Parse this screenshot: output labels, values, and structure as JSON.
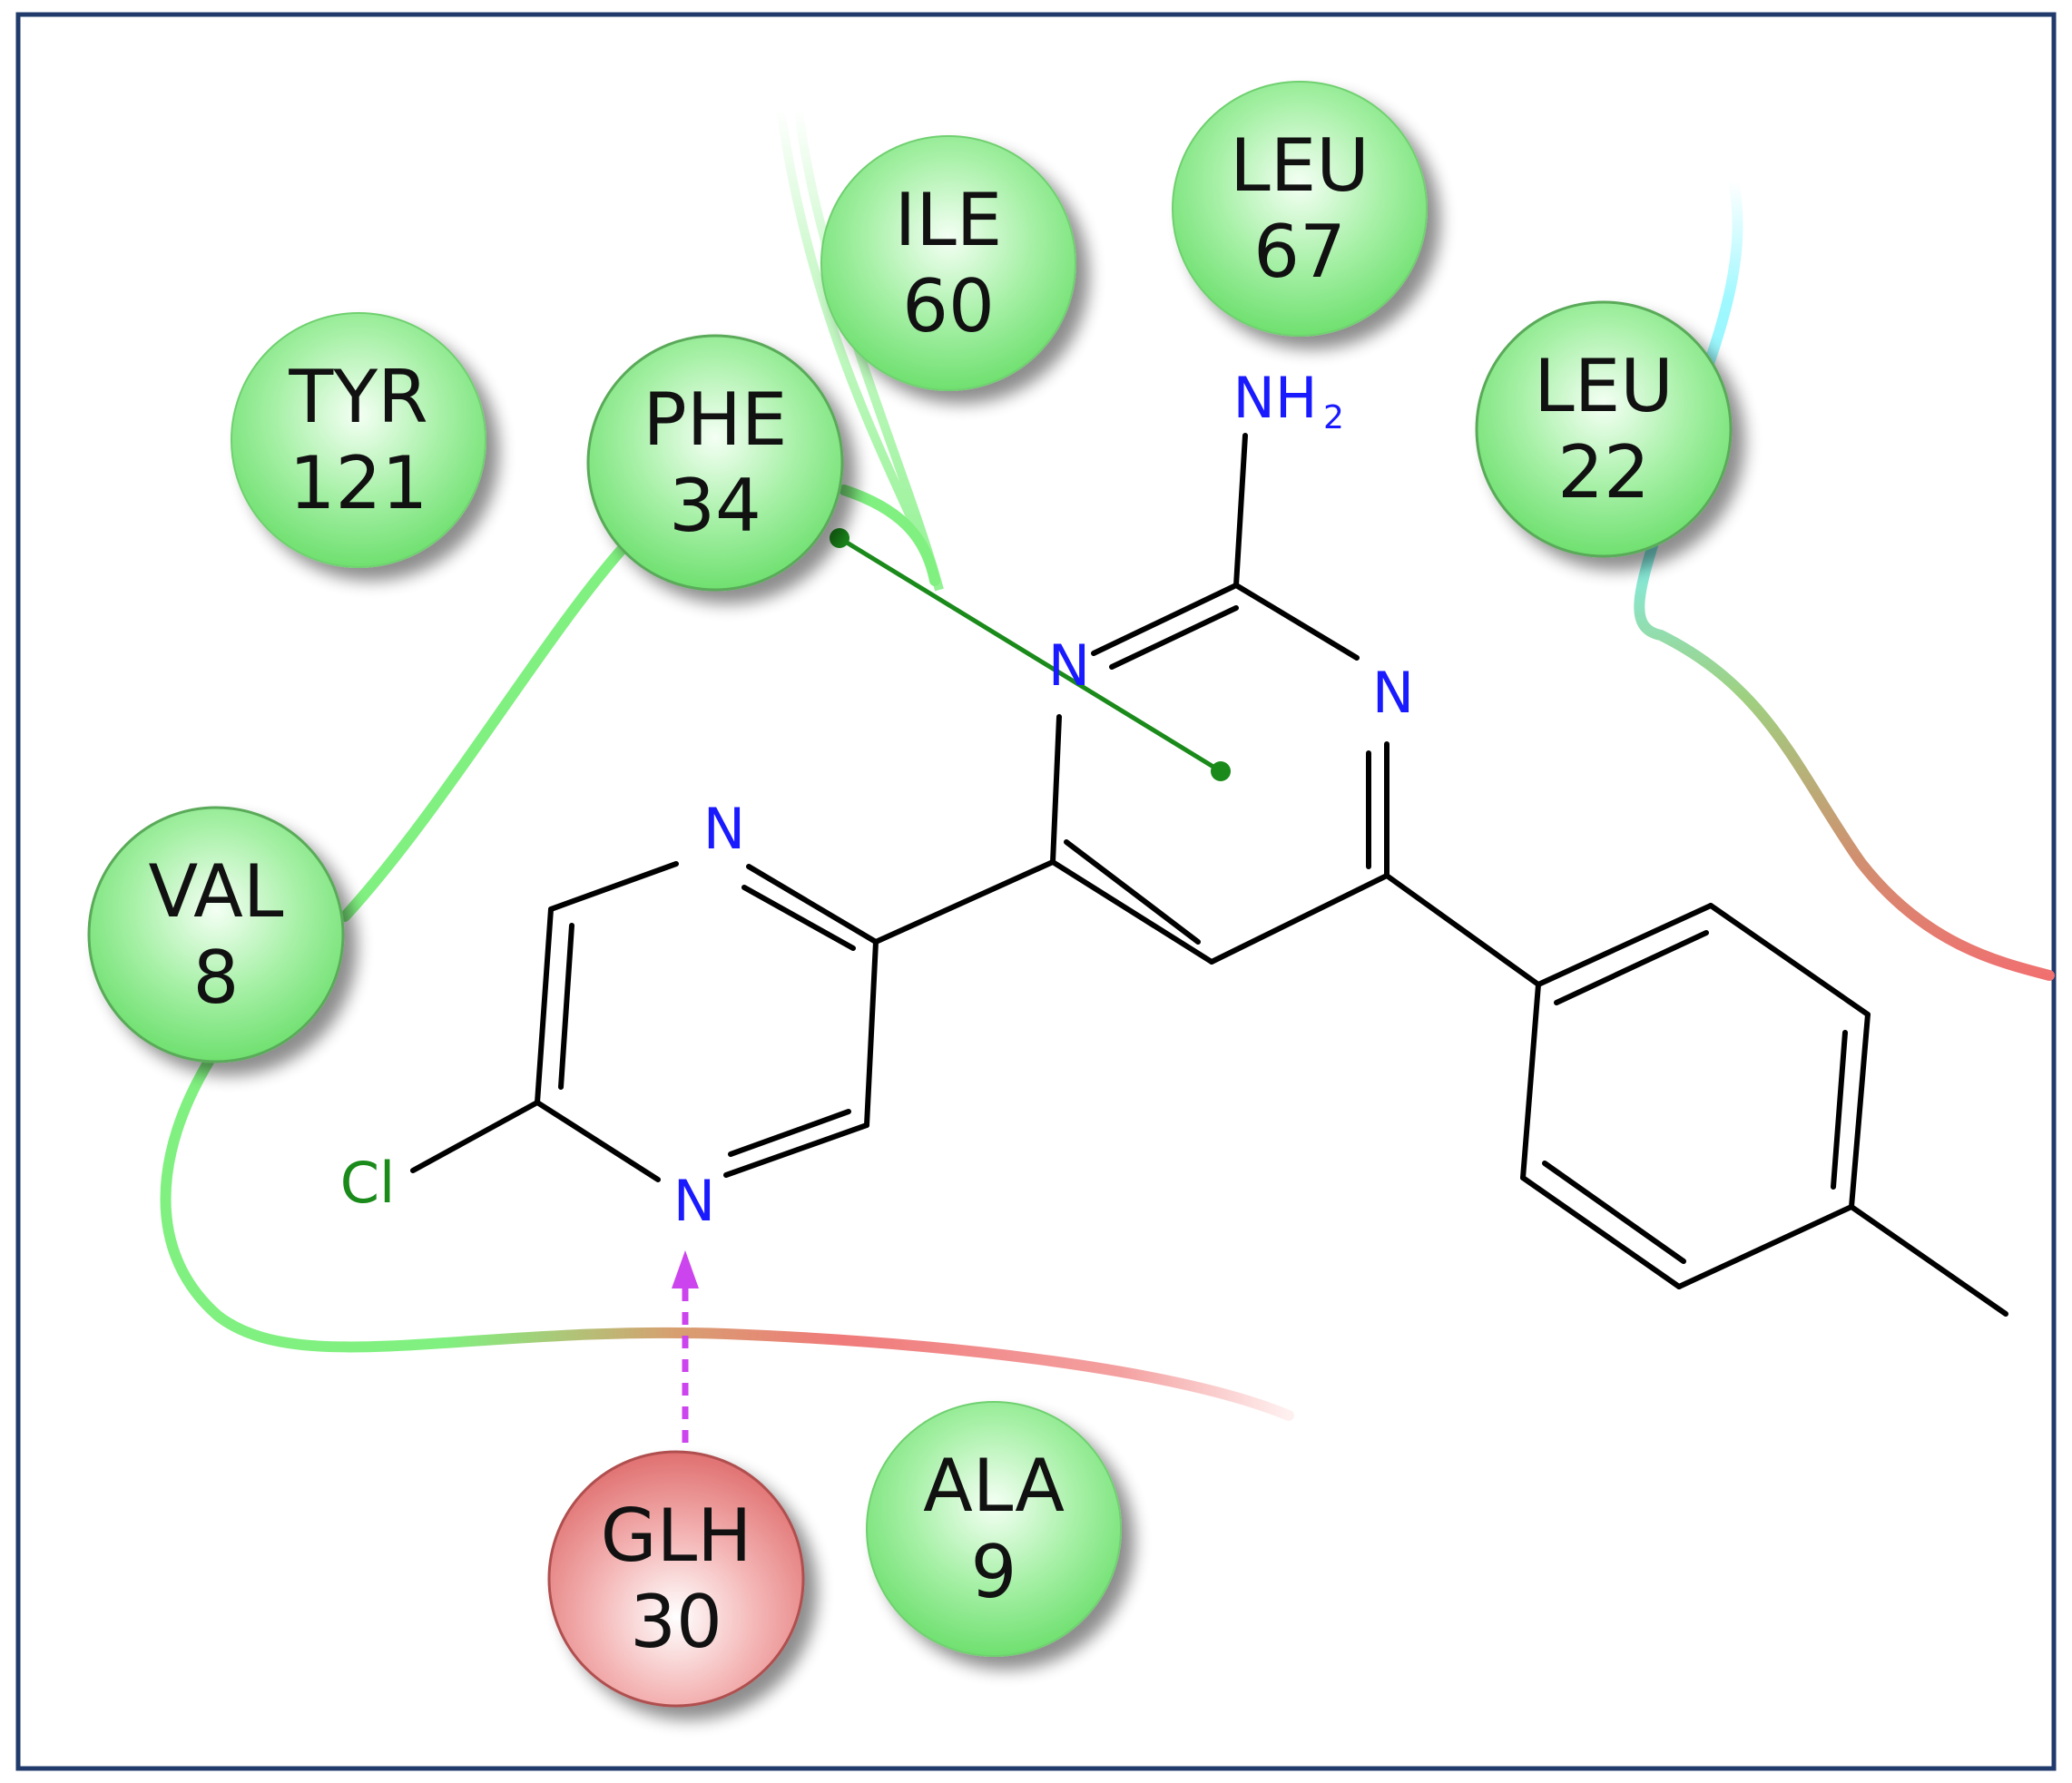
{
  "colors": {
    "frame": "#1f3a6b",
    "bond": "#000000",
    "nitrogen": "#1a1aff",
    "chlorine": "#1a8a1a",
    "hydrophobic": "#80f080",
    "negative": "#f07070",
    "polar": "#80ffff",
    "hbond_arrow": "#cc44ee",
    "pi_stack": "#1a8a1a"
  },
  "residues": [
    {
      "id": "tyr121",
      "name": "TYR",
      "number": "121",
      "type": "hydrophobic"
    },
    {
      "id": "phe34",
      "name": "PHE",
      "number": "34",
      "type": "hydrophobic"
    },
    {
      "id": "ile60",
      "name": "ILE",
      "number": "60",
      "type": "hydrophobic"
    },
    {
      "id": "leu67",
      "name": "LEU",
      "number": "67",
      "type": "hydrophobic"
    },
    {
      "id": "leu22",
      "name": "LEU",
      "number": "22",
      "type": "hydrophobic"
    },
    {
      "id": "val8",
      "name": "VAL",
      "number": "8",
      "type": "hydrophobic"
    },
    {
      "id": "ala9",
      "name": "ALA",
      "number": "9",
      "type": "hydrophobic"
    },
    {
      "id": "glh30",
      "name": "GLH",
      "number": "30",
      "type": "negative"
    }
  ],
  "atoms": {
    "n_pyrimidine_1": "N",
    "n_pyrimidine_2": "N",
    "nh2": "NH",
    "nh2_sub": "2",
    "n_pyrazine_1": "N",
    "n_pyrazine_2": "N",
    "cl": "Cl"
  },
  "interactions": {
    "hbond": "GLH 30 → pyrazine N",
    "pi_pi": "PHE 34 ↔ pyrimidine ring"
  }
}
